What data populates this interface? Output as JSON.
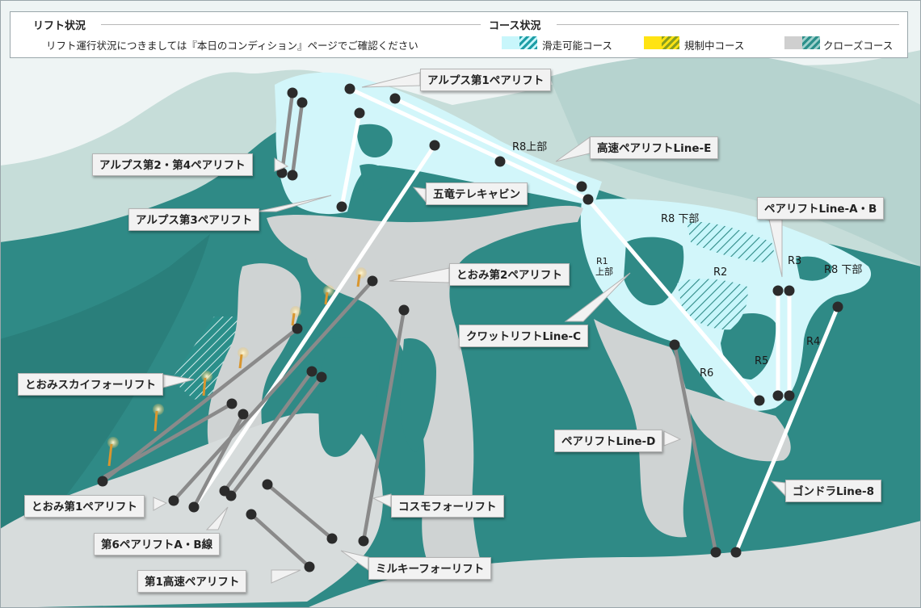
{
  "legend": {
    "lift_status_title": "リフト状況",
    "lift_status_note": "リフト運行状況につきましては『本日のコンディション』ページでご確認ください",
    "course_status_title": "コース状況",
    "items": [
      {
        "label": "滑走可能コース",
        "color": "#c8f6fb",
        "accent": "#1e9ea6"
      },
      {
        "label": "規制中コース",
        "color": "#ffe313",
        "accent": "#b7c51e"
      },
      {
        "label": "クローズコース",
        "color": "#cfcfcf",
        "accent": "#2b8f8a"
      }
    ]
  },
  "colors": {
    "sky": "#eaf2f2",
    "mountain": "#c4dfdb",
    "forest": "#2f8a86",
    "forest_dark": "#247a76",
    "open": "#d2f6fa",
    "closed": "#cfd3d3",
    "lift_white": "#ffffff",
    "lift_gray": "#8a8a8a",
    "station": "#2b2b2b"
  },
  "lifts": [
    "アルプス第1ペアリフト",
    "高速ペアリフトLine-E",
    "アルプス第2・第4ペアリフト",
    "五竜テレキャビン",
    "アルプス第3ペアリフト",
    "ペアリフトLine-A・B",
    "とおみ第2ペアリフト",
    "クワットリフトLine-C",
    "とおみスカイフォーリフト",
    "ペアリフトLine-D",
    "ゴンドラLine-8",
    "とおみ第1ペアリフト",
    "コスモフォーリフト",
    "第6ペアリフトA・B線",
    "ミルキーフォーリフト",
    "第1高速ペアリフト"
  ],
  "courses": {
    "r8_upper": "R8上部",
    "r8_lower": "R8 下部",
    "r8_lower2": "R8 下部",
    "r1_a": "R1",
    "r1_b": "上部",
    "r2": "R2",
    "r3": "R3",
    "r4": "R4",
    "r5": "R5",
    "r6": "R6"
  }
}
